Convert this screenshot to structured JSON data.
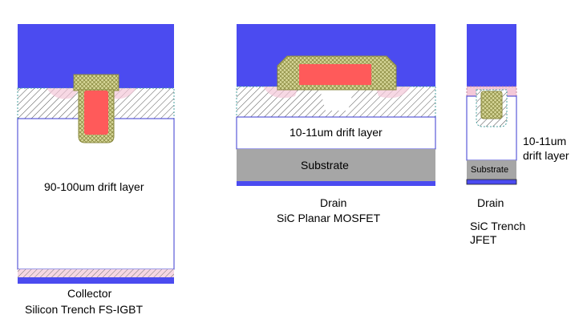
{
  "colors": {
    "metal": "#4b4bf0",
    "gate_fill": "#ff5a5a",
    "oxide": "#d8d89a",
    "drift": "#ffffff",
    "substrate": "#a6a6a6",
    "pwell": "#f3c8d8",
    "outline": "#3a3ad0"
  },
  "igbt": {
    "drift_label": "90-100um drift layer",
    "terminal_label": "Collector",
    "device_label": "Silicon Trench FS-IGBT"
  },
  "mosfet": {
    "drift_label": "10-11um drift layer",
    "substrate_label": "Substrate",
    "terminal_label": "Drain",
    "device_label": "SiC Planar MOSFET"
  },
  "jfet": {
    "drift_label_line1": "10-11um",
    "drift_label_line2": "drift layer",
    "substrate_label": "Substrate",
    "terminal_label": "Drain",
    "device_label_line1": "SiC Trench",
    "device_label_line2": "JFET"
  }
}
